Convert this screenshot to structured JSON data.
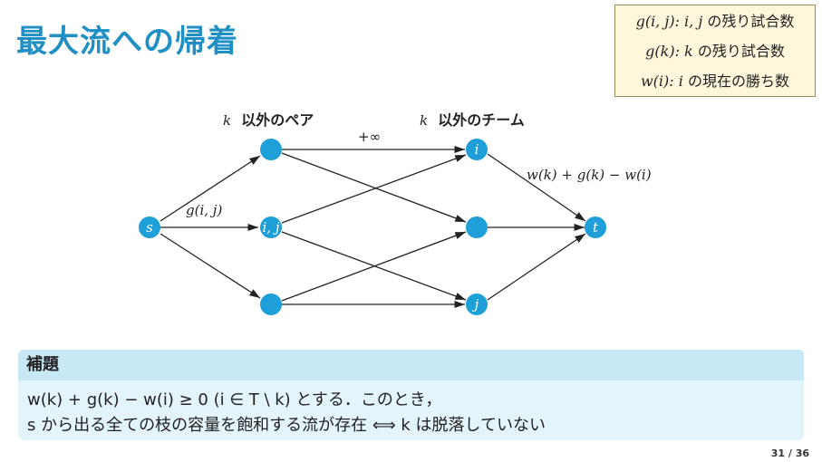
{
  "title": "最大流への帰着",
  "definitions": [
    {
      "math": "g(i, j):",
      "mvar": "i, j",
      "text": "の残り試合数"
    },
    {
      "math": "g(k):",
      "mvar": "k",
      "text": "の残り試合数"
    },
    {
      "math": "w(i):",
      "mvar": "i",
      "text": "の現在の勝ち数"
    }
  ],
  "diagram": {
    "left_head_var": "k",
    "left_head_text": "以外のペア",
    "right_head_var": "k",
    "right_head_text": "以外のチーム",
    "infinity_label": "+∞",
    "source_edge_label": "g(i, j)",
    "sink_edge_label": "w(k) + g(k) − w(i)",
    "nodes": {
      "s": "s",
      "pair_mid": "i, j",
      "team_top": "i",
      "team_bottom": "j",
      "t": "t"
    }
  },
  "lemma": {
    "heading": "補題",
    "line1": "w(k) + g(k) − w(i) ≥ 0 (i ∈ T \\ k) とする．このとき，",
    "line2": "s から出る全ての枝の容量を飽和する流が存在 ⟺ k は脱落していない"
  },
  "page": "31 / 36",
  "colors": {
    "accent": "#1f8fc4",
    "node": "#1f9fd8",
    "lemma_bg": "#e4f4fb",
    "lemma_head_bg": "#c8e8f5",
    "def_bg": "#fff7dc"
  }
}
